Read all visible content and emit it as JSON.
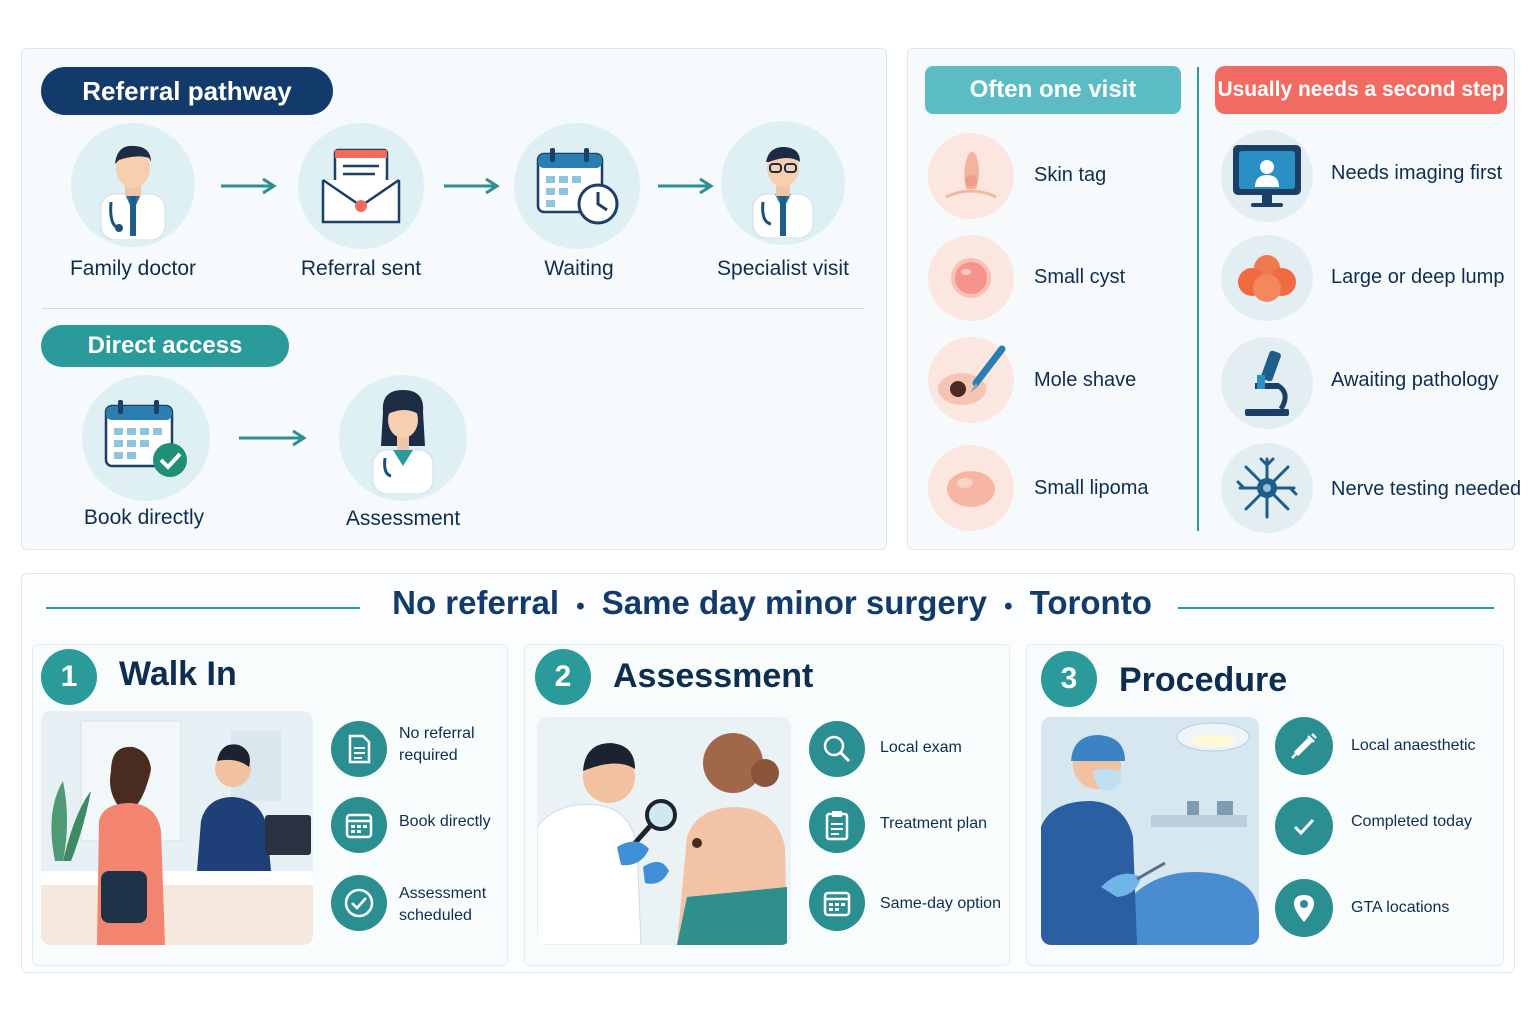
{
  "referral": {
    "heading": "Referral pathway",
    "steps": [
      {
        "label": "Family doctor",
        "icon": "doctor-icon"
      },
      {
        "label": "Referral sent",
        "icon": "envelope-icon"
      },
      {
        "label": "Waiting",
        "icon": "calendar-clock-icon"
      },
      {
        "label": "Specialist visit",
        "icon": "specialist-icon"
      }
    ]
  },
  "direct": {
    "heading": "Direct access",
    "steps": [
      {
        "label": "Book directly",
        "icon": "calendar-check-icon"
      },
      {
        "label": "Assessment",
        "icon": "clinician-icon"
      }
    ]
  },
  "one_visit": {
    "heading": "Often one visit",
    "items": [
      {
        "label": "Skin tag",
        "icon": "skin-tag-icon"
      },
      {
        "label": "Small cyst",
        "icon": "cyst-icon"
      },
      {
        "label": "Mole shave",
        "icon": "scalpel-mole-icon"
      },
      {
        "label": "Small lipoma",
        "icon": "lipoma-icon"
      }
    ]
  },
  "second_step": {
    "heading": "Usually needs a second step",
    "items": [
      {
        "label": "Needs imaging first",
        "icon": "imaging-monitor-icon"
      },
      {
        "label": "Large or deep lump",
        "icon": "lump-icon"
      },
      {
        "label": "Awaiting pathology",
        "icon": "microscope-icon"
      },
      {
        "label": "Nerve testing needed",
        "icon": "nerve-icon"
      }
    ]
  },
  "banner": {
    "part1": "No referral",
    "part2": "Same day minor surgery",
    "part3": "Toronto",
    "separator": "•"
  },
  "steps": [
    {
      "number": "1",
      "title": "Walk In",
      "scene": "reception-scene",
      "features": [
        {
          "label": "No referral required",
          "icon": "document-icon"
        },
        {
          "label": "Book directly",
          "icon": "calendar-icon"
        },
        {
          "label": "Assessment scheduled",
          "icon": "check-circle-icon"
        }
      ]
    },
    {
      "number": "2",
      "title": "Assessment",
      "scene": "exam-scene",
      "features": [
        {
          "label": "Local exam",
          "icon": "magnifier-icon"
        },
        {
          "label": "Treatment plan",
          "icon": "clipboard-icon"
        },
        {
          "label": "Same-day option",
          "icon": "calendar-icon"
        }
      ]
    },
    {
      "number": "3",
      "title": "Procedure",
      "scene": "surgery-scene",
      "features": [
        {
          "label": "Local anaesthetic",
          "icon": "syringe-icon"
        },
        {
          "label": "Completed today",
          "icon": "check-icon"
        },
        {
          "label": "GTA locations",
          "icon": "location-pin-icon"
        }
      ]
    }
  ],
  "colors": {
    "navy": "#123a6b",
    "teal": "#2b9a9b",
    "teal_light": "#5bbcc4",
    "coral": "#f26b63"
  }
}
